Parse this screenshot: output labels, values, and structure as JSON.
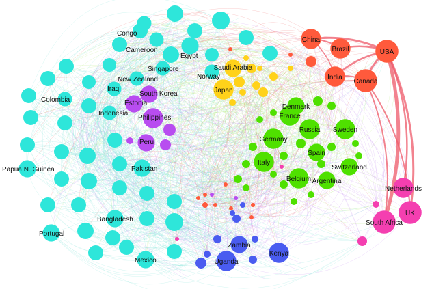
{
  "colors": {
    "cyan": "#2ee6da",
    "purple": "#b84df0",
    "yellow": "#ffd21a",
    "green": "#4fe000",
    "red": "#ff5a3c",
    "pink": "#f43fb0",
    "blue": "#4a5cf0",
    "edge_cyan": "#7fe3d8",
    "edge_green": "#b4e878",
    "edge_purple": "#c590f0",
    "edge_red": "#ef6a6a"
  },
  "nodes": [
    {
      "name": "Congo",
      "group": "cyan",
      "size": 5
    },
    {
      "name": "Cameroon",
      "group": "cyan",
      "size": 5
    },
    {
      "name": "Egypt",
      "group": "cyan",
      "size": 6
    },
    {
      "name": "Singapore",
      "group": "cyan",
      "size": 5
    },
    {
      "name": "New Zealand",
      "group": "cyan",
      "size": 5
    },
    {
      "name": "Norway",
      "group": "cyan",
      "size": 5
    },
    {
      "name": "Iraq",
      "group": "cyan",
      "size": 5
    },
    {
      "name": "Colombia",
      "group": "cyan",
      "size": 5
    },
    {
      "name": "Indonesia",
      "group": "cyan",
      "size": 5
    },
    {
      "name": "Papua N. Guinea",
      "group": "cyan",
      "size": 6
    },
    {
      "name": "Pakistan",
      "group": "cyan",
      "size": 6
    },
    {
      "name": "Bangladesh",
      "group": "cyan",
      "size": 6
    },
    {
      "name": "Portugal",
      "group": "cyan",
      "size": 6
    },
    {
      "name": "Mexico",
      "group": "cyan",
      "size": 6
    },
    {
      "name": "South Korea",
      "group": "purple",
      "size": 6
    },
    {
      "name": "Estonia",
      "group": "purple",
      "size": 6
    },
    {
      "name": "Philippines",
      "group": "purple",
      "size": 7
    },
    {
      "name": "Peru",
      "group": "purple",
      "size": 6
    },
    {
      "name": "Saudi Arabia",
      "group": "yellow",
      "size": 6
    },
    {
      "name": "Japan",
      "group": "yellow",
      "size": 7
    },
    {
      "name": "China",
      "group": "red",
      "size": 7
    },
    {
      "name": "Brazil",
      "group": "red",
      "size": 7
    },
    {
      "name": "USA",
      "group": "red",
      "size": 8
    },
    {
      "name": "India",
      "group": "red",
      "size": 7
    },
    {
      "name": "Canada",
      "group": "red",
      "size": 8
    },
    {
      "name": "Denmark",
      "group": "green",
      "size": 6
    },
    {
      "name": "France",
      "group": "green",
      "size": 7
    },
    {
      "name": "Russia",
      "group": "green",
      "size": 7
    },
    {
      "name": "Sweden",
      "group": "green",
      "size": 7
    },
    {
      "name": "Germany",
      "group": "green",
      "size": 7
    },
    {
      "name": "Spain",
      "group": "green",
      "size": 6
    },
    {
      "name": "Italy",
      "group": "green",
      "size": 7
    },
    {
      "name": "Switzerland",
      "group": "green",
      "size": 6
    },
    {
      "name": "Belgium",
      "group": "green",
      "size": 7
    },
    {
      "name": "Argentina",
      "group": "green",
      "size": 6
    },
    {
      "name": "Netherlands",
      "group": "pink",
      "size": 7
    },
    {
      "name": "UK",
      "group": "pink",
      "size": 8
    },
    {
      "name": "South Africa",
      "group": "pink",
      "size": 8
    },
    {
      "name": "Zambia",
      "group": "blue",
      "size": 6
    },
    {
      "name": "Kenya",
      "group": "blue",
      "size": 7
    },
    {
      "name": "Uganda",
      "group": "blue",
      "size": 7
    }
  ]
}
